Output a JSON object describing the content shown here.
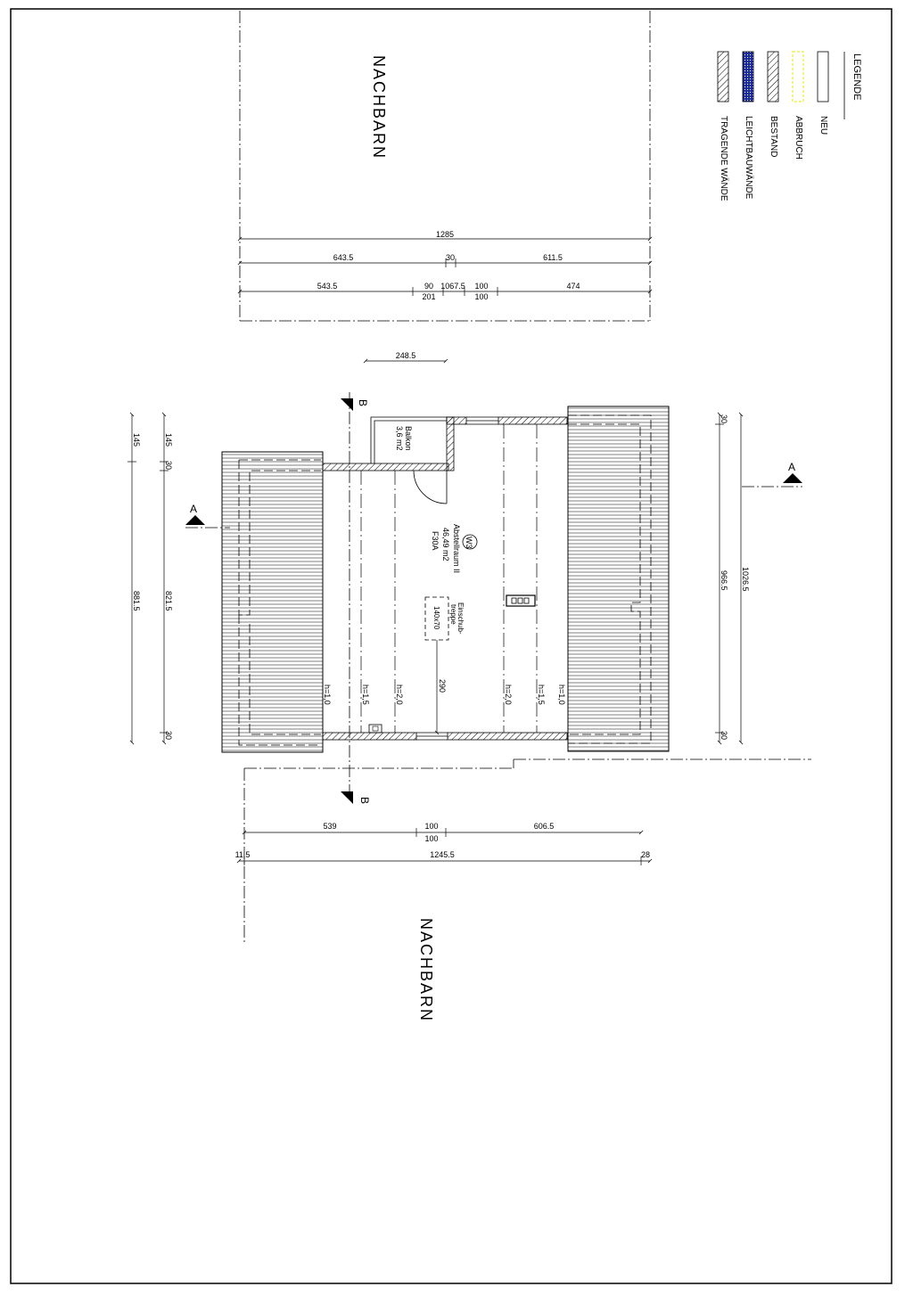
{
  "neighbors": {
    "top": "NACHBARN",
    "bottom": "NACHBARN"
  },
  "legend": {
    "title": "LEGENDE",
    "items": [
      {
        "label": "NEU",
        "swatch": "plain"
      },
      {
        "label": "ABBRUCH",
        "swatch": "yellow-dashed"
      },
      {
        "label": "BESTAND",
        "swatch": "hatch"
      },
      {
        "label": "LEICHTBAUWÄNDE",
        "swatch": "blue-dots"
      },
      {
        "label": "TRAGENDE  WÄNDE",
        "swatch": "hatch"
      }
    ]
  },
  "colors": {
    "line": "#000000",
    "abbruch": "#e8e800",
    "leichtbau": "#1a2a9a",
    "paper": "#ffffff"
  },
  "room": {
    "id": "W3",
    "name": "Abstellraum II",
    "area": "46,49 m2",
    "fire": "F30A"
  },
  "balcony": {
    "name": "Balkon",
    "area": "3,6 m2"
  },
  "stair": {
    "line1": "Einschub-",
    "line2": "treppe",
    "size": "140x70"
  },
  "heights": [
    "h=1,0",
    "h=1,5",
    "h=2,0",
    "h=2,0",
    "h=1,5",
    "h=1,0"
  ],
  "sections": {
    "a": "A",
    "b": "B"
  },
  "dimensions": {
    "top_total": "1285",
    "top_row2": [
      "643.5",
      "30",
      "611.5"
    ],
    "top_row3": [
      "543.5",
      "90",
      "201",
      "1067.5",
      "100",
      "100",
      "474"
    ],
    "balcony_width": "248.5",
    "bottom_row1": [
      "539",
      "100",
      "100",
      "606.5"
    ],
    "bottom_row2": [
      "11.5",
      "1245.5",
      "28"
    ],
    "left_outer": [
      "145",
      "881.5"
    ],
    "left_inner": [
      "145",
      "30",
      "821.5",
      "30"
    ],
    "right_inner": [
      "30",
      "966.5",
      "30"
    ],
    "right_outer": "1026.5",
    "stair_run": "290"
  }
}
